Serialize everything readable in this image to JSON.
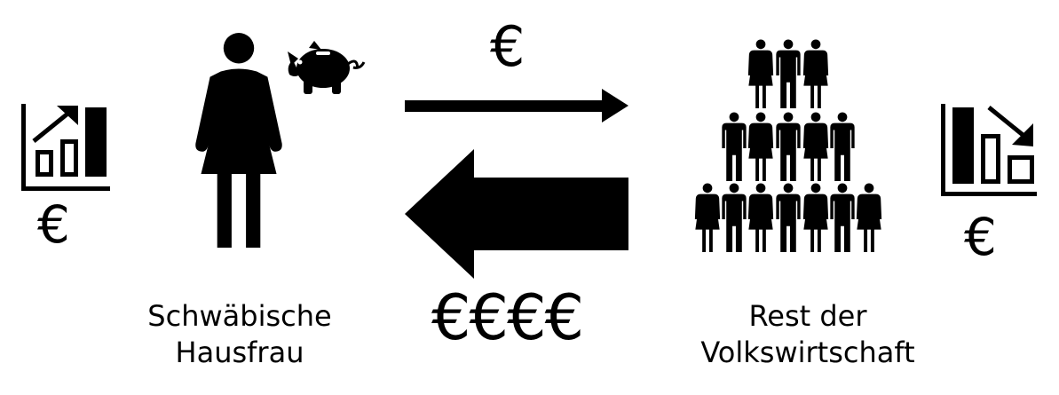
{
  "left": {
    "label_line1": "Schwäbische",
    "label_line2": "Hausfrau",
    "chart_icon": "bar-chart-rising-icon",
    "person_icon": "woman-icon",
    "savings_icon": "piggy-bank-icon",
    "currency": "€"
  },
  "right": {
    "label_line1": "Rest der",
    "label_line2": "Volkswirtschaft",
    "chart_icon": "bar-chart-falling-icon",
    "group_icon": "people-pyramid-icon",
    "currency": "€"
  },
  "flows": {
    "top_currency": "€",
    "top_arrow": "arrow-right-thin-icon",
    "bottom_currency": "€€€€",
    "bottom_arrow": "arrow-left-thick-icon"
  },
  "colors": {
    "foreground": "#000000",
    "background": "#ffffff"
  }
}
